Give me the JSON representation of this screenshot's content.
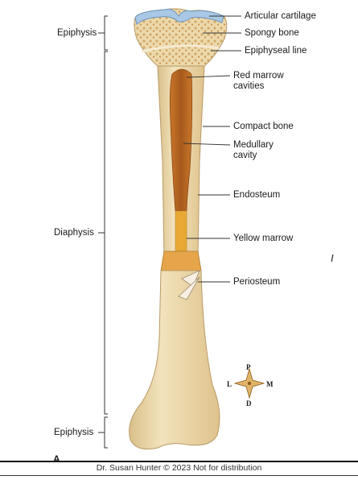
{
  "labels": {
    "articular_cartilage": "Articular cartilage",
    "spongy_bone": "Spongy bone",
    "epiphyseal_line": "Epiphyseal line",
    "red_marrow_cavities": "Red marrow cavities",
    "compact_bone": "Compact bone",
    "medullary_cavity": "Medullary cavity",
    "endosteum": "Endosteum",
    "yellow_marrow": "Yellow marrow",
    "periosteum": "Periosteum",
    "epiphysis_top": "Epiphysis",
    "diaphysis": "Diaphysis",
    "epiphysis_bottom": "Epiphysis"
  },
  "compass": {
    "north": "P",
    "south": "D",
    "west": "L",
    "east": "M"
  },
  "panel_letter": "A",
  "stray_mark": "I",
  "credit": "Dr. Susan Hunter © 2023 Not for distribution",
  "colors": {
    "bone": "#efdcb0",
    "bone_shadow": "#d9bf88",
    "cartilage": "#a9c8e6",
    "marrow_red": "#b8641f",
    "marrow_yellow": "#e8a934",
    "compact": "#ead5a4"
  }
}
